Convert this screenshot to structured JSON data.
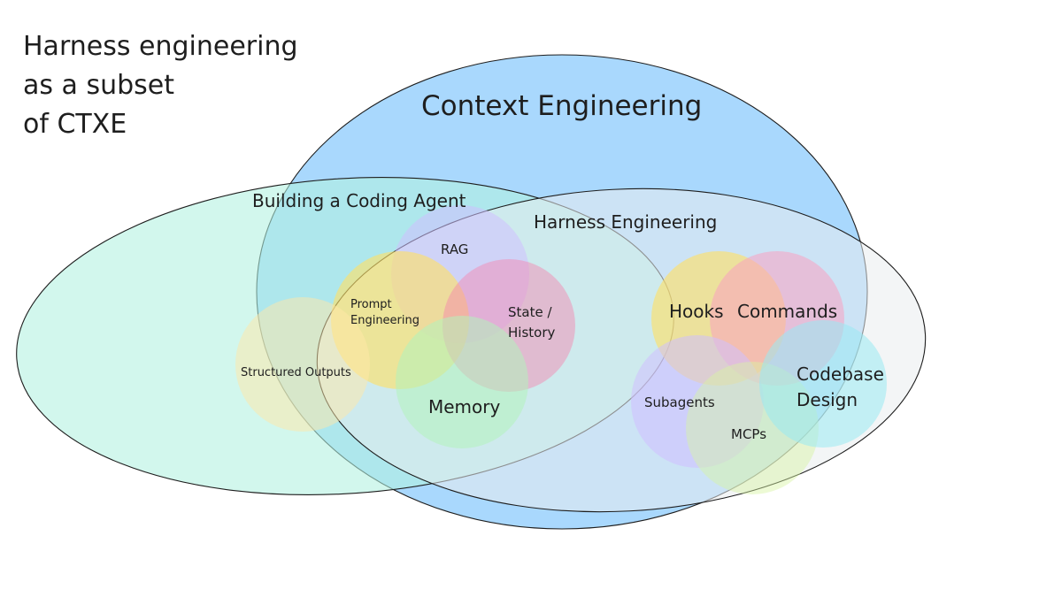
{
  "heading": {
    "lines": [
      "Harness engineering",
      "as a subset",
      "of CTXE"
    ]
  },
  "regions": {
    "context_engineering": "Context Engineering",
    "building_coding_agent": "Building a Coding Agent",
    "harness_engineering": "Harness Engineering"
  },
  "concepts": {
    "rag": "RAG",
    "prompt_engineering": [
      "Prompt",
      "Engineering"
    ],
    "state_history": [
      "State /",
      "History"
    ],
    "memory": "Memory",
    "structured_outputs": "Structured Outputs",
    "hooks": "Hooks",
    "commands": "Commands",
    "subagents": "Subagents",
    "mcps": "MCPs",
    "codebase_design": [
      "Codebase",
      "Design"
    ]
  },
  "colors": {
    "context_engineering": "#74c0fc",
    "building_coding_agent": "#b2f2e0",
    "harness_engineering": "#e9ecef",
    "rag": "#d0bfff",
    "prompt_engineering": "#ffe066",
    "state_history": "#f783ac",
    "memory": "#b2f2bb",
    "structured_outputs": "#ffe8a8",
    "hooks": "#ffe066",
    "commands": "#faa2c1",
    "subagents": "#d0bfff",
    "mcps": "#d8f5a2",
    "codebase_design": "#99e9f2"
  }
}
